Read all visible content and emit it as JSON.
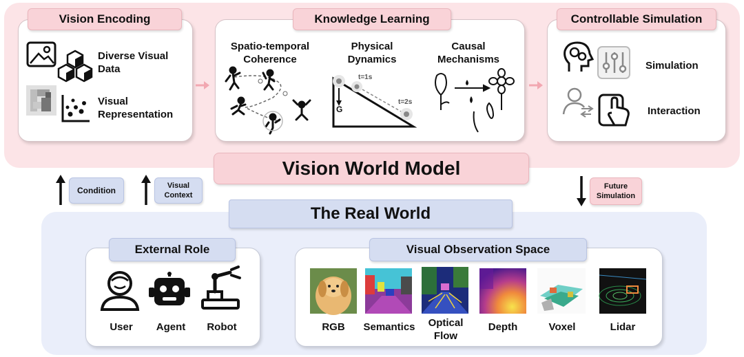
{
  "top": {
    "vision_encoding": {
      "title": "Vision Encoding",
      "items": [
        "Diverse Visual Data",
        "Visual Representation"
      ],
      "icons": [
        "image-icon",
        "cubes-icon",
        "pixel-grid-icon",
        "scatter-icon"
      ]
    },
    "knowledge_learning": {
      "title": "Knowledge Learning",
      "columns": [
        {
          "label": "Spatio-temporal Coherence"
        },
        {
          "label": "Physical Dynamics",
          "annotations": [
            "t=1s",
            "t=2s",
            "G"
          ]
        },
        {
          "label": "Causal Mechanisms"
        }
      ]
    },
    "controllable_simulation": {
      "title": "Controllable Simulation",
      "items": [
        "Simulation",
        "Interaction"
      ]
    },
    "main_title": "Vision World Model"
  },
  "arrows": {
    "condition": "Condition",
    "visual_context": "Visual Context",
    "future_simulation": "Future Simulation"
  },
  "bottom": {
    "title": "The Real World",
    "external_role": {
      "title": "External Role",
      "roles": [
        "User",
        "Agent",
        "Robot"
      ]
    },
    "observation": {
      "title": "Visual Observation Space",
      "items": [
        "RGB",
        "Semantics",
        "Optical Flow",
        "Depth",
        "Voxel",
        "Lidar"
      ]
    }
  },
  "colors": {
    "pink_bg": "#fce4e7",
    "pink_tag": "#f9d3d8",
    "blue_bg": "#eaeefa",
    "blue_tag": "#d5ddf1"
  }
}
